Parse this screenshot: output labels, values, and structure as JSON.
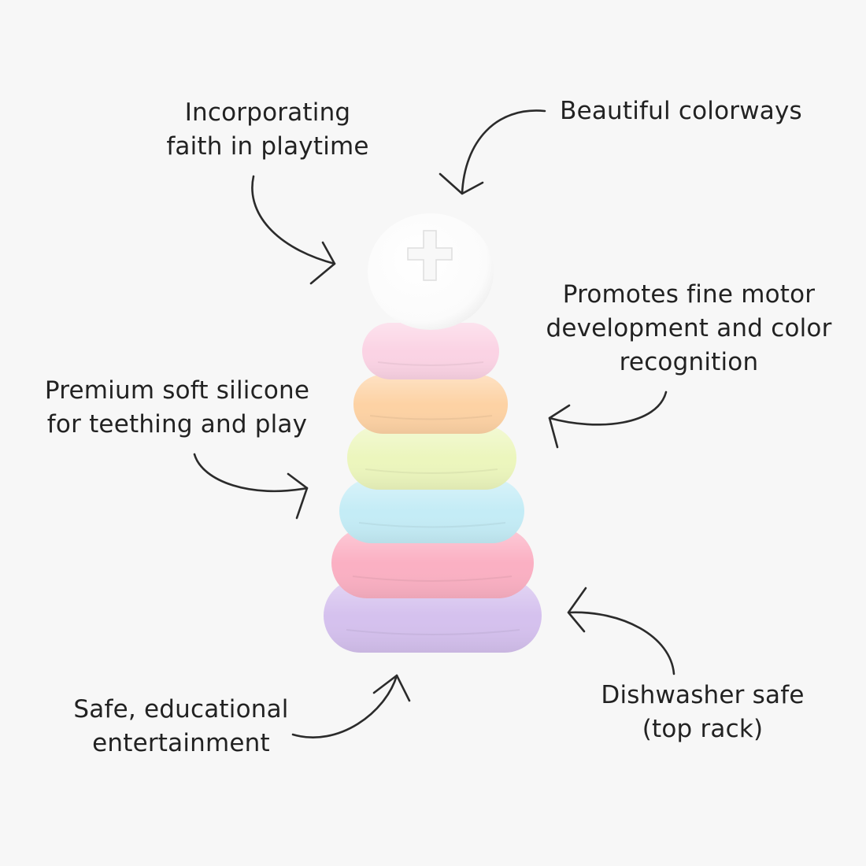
{
  "colors": {
    "background": "#f7f7f7",
    "text": "#222222",
    "arrow": "#2b2b2b",
    "topper": "#ffffff",
    "ring_1": "#fbd3e4",
    "ring_2": "#fdd2a4",
    "ring_3": "#ecf6bd",
    "ring_4": "#c4ecf6",
    "ring_5": "#fbb0c3",
    "ring_6": "#d5c1ee"
  },
  "callouts": {
    "faith": {
      "line1": "Incorporating",
      "line2": "faith in playtime"
    },
    "colorways": {
      "line1": "Beautiful colorways"
    },
    "motor": {
      "line1": "Promotes fine motor",
      "line2": "development and color",
      "line3": "recognition"
    },
    "silicone": {
      "line1": "Premium soft silicone",
      "line2": "for teething and play"
    },
    "safe": {
      "line1": "Safe, educational",
      "line2": "entertainment"
    },
    "dishwasher": {
      "line1": "Dishwasher safe",
      "line2": "(top rack)"
    }
  },
  "icons": {
    "topper_symbol": "cross-icon",
    "pointer": "curved-arrow-icon"
  }
}
